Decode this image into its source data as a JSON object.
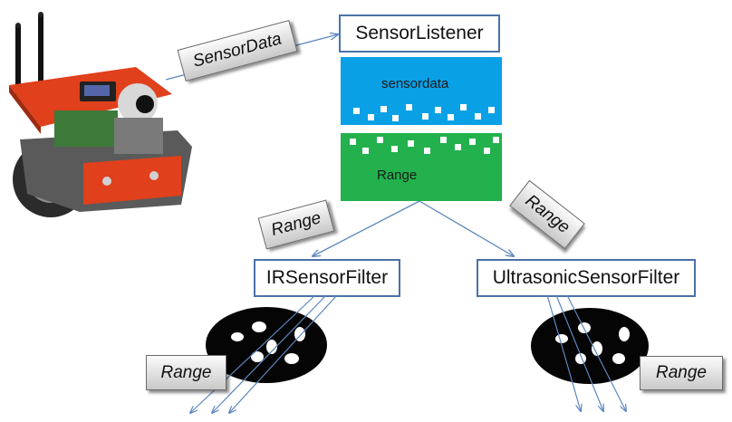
{
  "labels": {
    "sensor_data_tag": "SensorData",
    "sensor_listener": "SensorListener",
    "sensordata_band": "sensordata",
    "range_band": "Range",
    "range_tag_left": "Range",
    "range_tag_right": "Range",
    "ir_filter": "IRSensorFilter",
    "ultrasonic_filter": "UltrasonicSensorFilter",
    "range_tag_bottom_left": "Range",
    "range_tag_bottom_right": "Range"
  },
  "icons": {
    "robot": "robot-icon",
    "lens_left": "filter-lens-icon",
    "lens_right": "filter-lens-icon"
  },
  "colors": {
    "box_border": "#4a72a8",
    "arrow": "#5b86bd",
    "sensordata_band": "#0aa0e6",
    "range_band": "#22b14c",
    "robot_body": "#e0401c",
    "lens": "#050505"
  }
}
